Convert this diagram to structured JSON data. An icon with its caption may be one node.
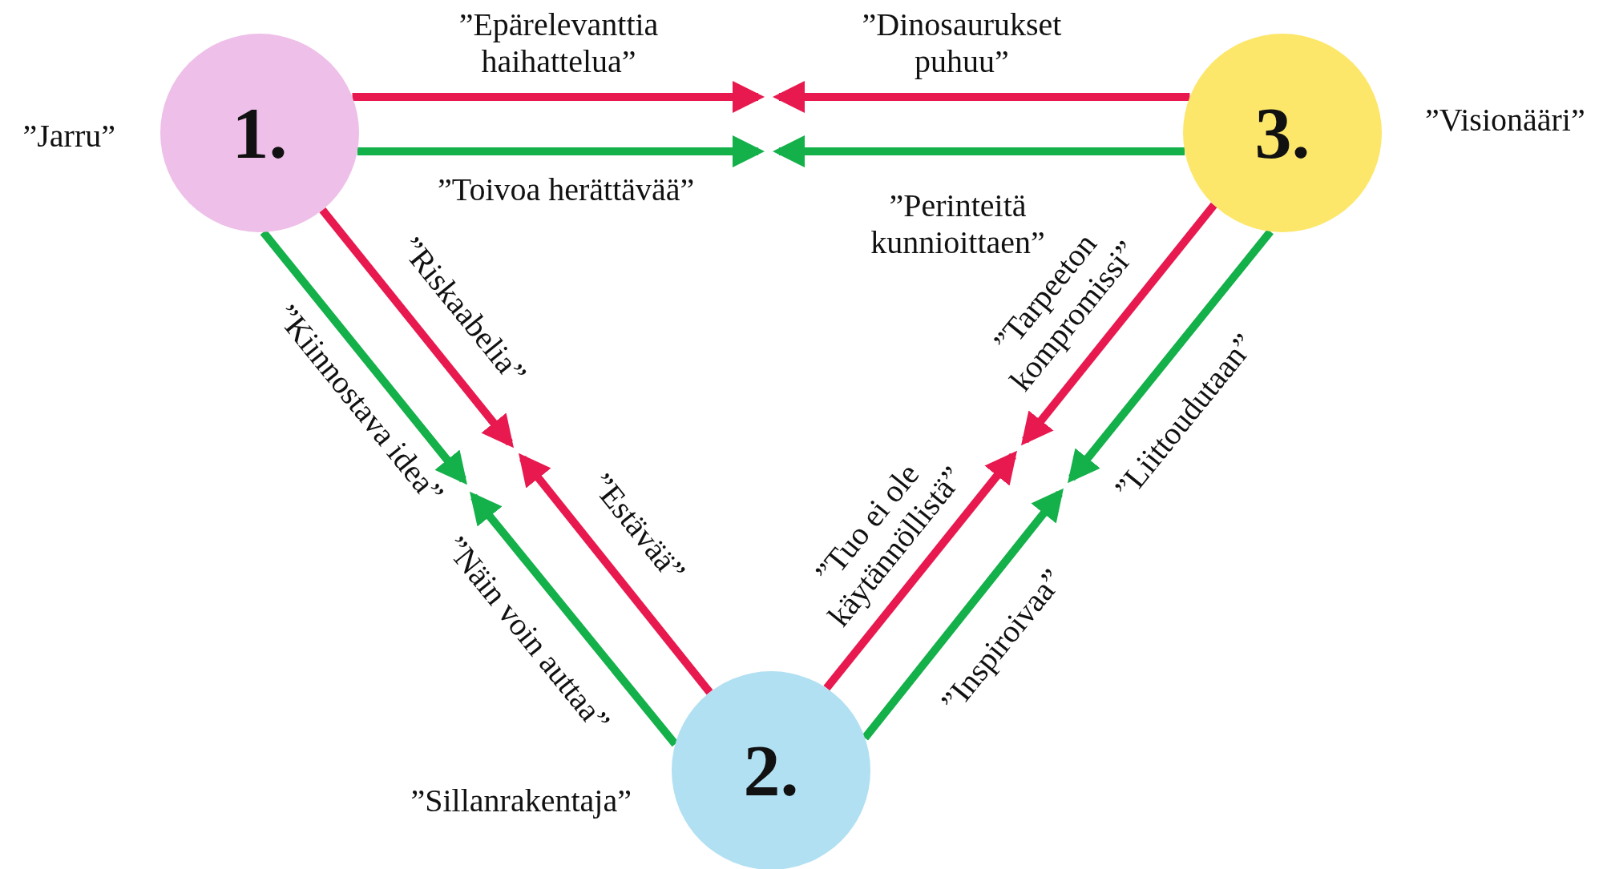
{
  "diagram": {
    "nodes": [
      {
        "text": [
          "1."
        ],
        "beside": [
          "”Jarru”"
        ]
      },
      {
        "text": [
          "3."
        ],
        "beside": [
          "”Visionääri”"
        ]
      },
      {
        "text": [
          "2."
        ],
        "beside": [
          "”Sillanrakentaja”"
        ]
      }
    ],
    "edges": [
      {
        "from": 0,
        "to": null,
        "arrow": "to",
        "label": "”Epärelevanttia haihattelua”",
        "color": "#e8194f"
      },
      {
        "from": 1,
        "to": null,
        "arrow": "to",
        "label": "”Dinosaurukset puhuu”",
        "color": "#e8194f"
      },
      {
        "from": 0,
        "to": null,
        "arrow": "to",
        "label": "”Toivoa herättävää”",
        "color": "#14b04a"
      },
      {
        "from": 1,
        "to": null,
        "arrow": "to",
        "label": "”Perinteitä kunnioittaen”",
        "color": "#14b04a"
      },
      {
        "from": 0,
        "to": null,
        "arrow": "to",
        "label": "”Riskaabelia”",
        "color": "#e8194f"
      },
      {
        "from": 0,
        "to": null,
        "arrow": "to",
        "label": "”Kiinnostava idea”",
        "color": "#14b04a"
      },
      {
        "from": 1,
        "to": null,
        "arrow": "to",
        "label": "”Tarpeeton kompromissi”",
        "color": "#e8194f"
      },
      {
        "from": 1,
        "to": null,
        "arrow": "to",
        "label": "”Liittoudutaan”",
        "color": "#14b04a"
      },
      {
        "from": 2,
        "to": null,
        "arrow": "to",
        "label": "”Estävää”",
        "color": "#e8194f"
      },
      {
        "from": 2,
        "to": null,
        "arrow": "to",
        "label": "”Näin voin auttaa”",
        "color": "#14b04a"
      },
      {
        "from": 2,
        "to": null,
        "arrow": "to",
        "label": "”Tuo ei ole käytännöllistä”",
        "color": "#e8194f"
      },
      {
        "from": 2,
        "to": null,
        "arrow": "to",
        "label": "”Inspiroivaa”",
        "color": "#14b04a"
      }
    ]
  }
}
